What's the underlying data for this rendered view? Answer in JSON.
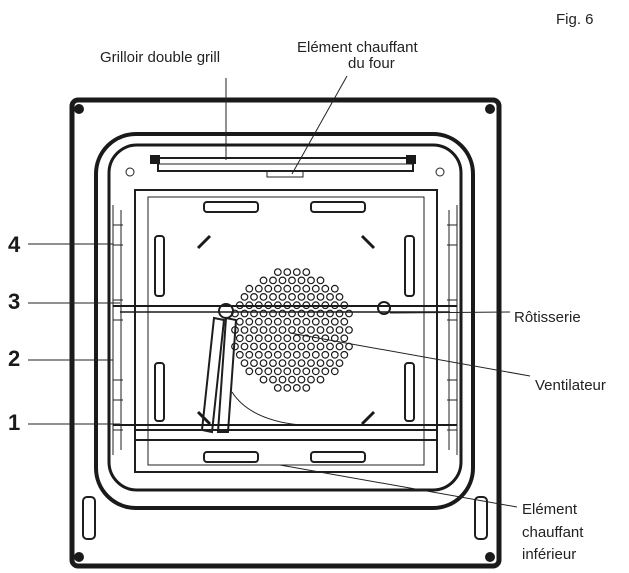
{
  "figure": {
    "number_label": "Fig. 6"
  },
  "labels": {
    "grill": "Grilloir double grill",
    "oven_element_line1": "Elément  chauffant",
    "oven_element_line2": "du four",
    "rotisserie": "Rôtisserie",
    "fan": "Ventilateur",
    "lower_element_line1": "Elément",
    "lower_element_line2": "chauffant",
    "lower_element_line3": "inférieur"
  },
  "shelf_levels": [
    "4",
    "3",
    "2",
    "1"
  ]
}
